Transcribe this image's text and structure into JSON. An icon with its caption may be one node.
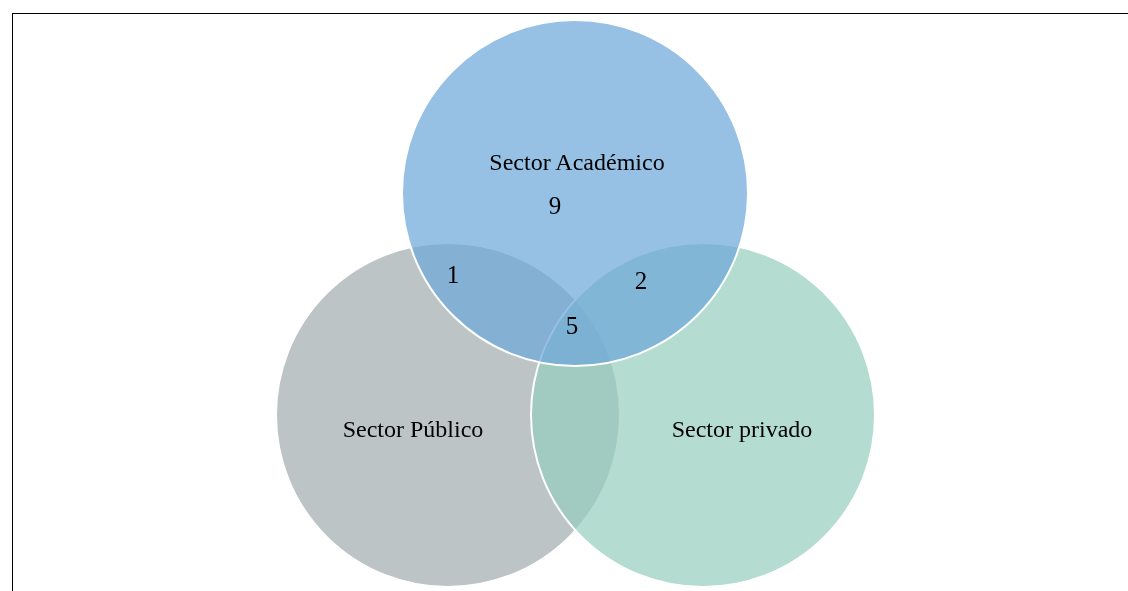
{
  "diagram": {
    "nodes": [
      {
        "text": [
          "Sector Académico"
        ]
      },
      {
        "text": [
          "Sector Público"
        ]
      },
      {
        "text": [
          "Sector privado"
        ]
      }
    ],
    "labels": [
      "9",
      "1",
      "2",
      "5"
    ]
  }
}
